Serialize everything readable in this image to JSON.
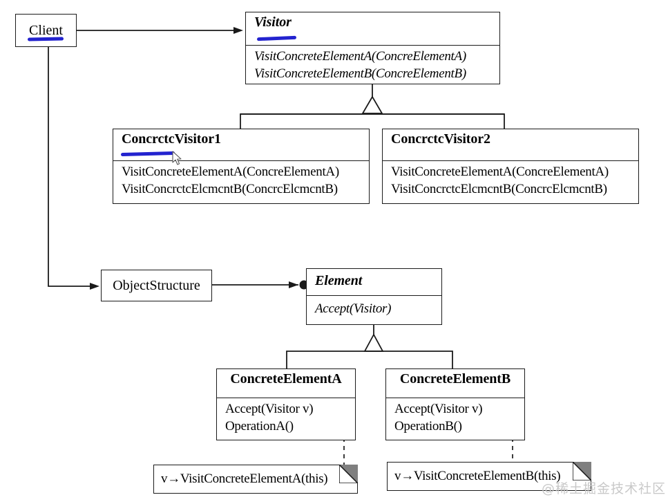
{
  "diagram": {
    "title": "Visitor Design Pattern UML Class Diagram",
    "watermark": "@稀土掘金技术社区",
    "accent_color": "#2323cf",
    "line_color": "#1a1a1a",
    "fold_color": "#7f7f7f"
  },
  "client": {
    "name": "Client"
  },
  "visitor": {
    "name": "Visitor",
    "methods": [
      "VisitConcreteElementA(ConcreElementA)",
      "VisitConcreteElementB(ConcreElementB)"
    ]
  },
  "concrete_visitor_1": {
    "name": "ConcrctcVisitor1",
    "methods": [
      "VisitConcreteElementA(ConcreElementA)",
      "VisitConcrctcElcmcntB(ConcrcElcmcntB)"
    ]
  },
  "concrete_visitor_2": {
    "name": "ConcrctcVisitor2",
    "methods": [
      "VisitConcreteElementA(ConcreElementA)",
      "VisitConcrctcElcmcntB(ConcrcElcmcntB)"
    ]
  },
  "object_structure": {
    "name": "ObjectStructure"
  },
  "element": {
    "name": "Element",
    "methods": [
      "Accept(Visitor)"
    ]
  },
  "concrete_element_a": {
    "name": "ConcreteElementA",
    "methods": [
      "Accept(Visitor v)",
      "OperationA()"
    ]
  },
  "concrete_element_b": {
    "name": "ConcreteElementB",
    "methods": [
      "Accept(Visitor v)",
      "OperationB()"
    ]
  },
  "note_a": {
    "text": "v→VisitConcreteElementA(this)"
  },
  "note_b": {
    "text": "v→VisitConcreteElementB(this)"
  }
}
